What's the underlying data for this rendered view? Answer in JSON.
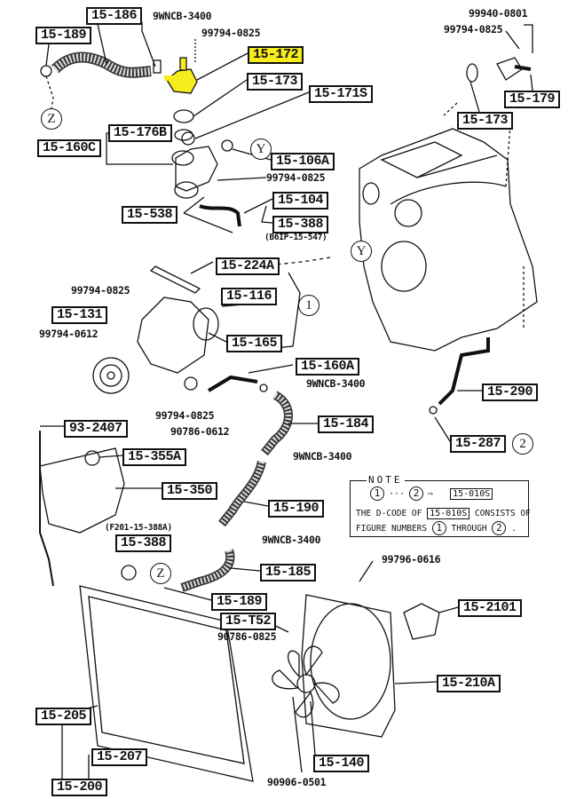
{
  "highlight_color": "#f7ec1e",
  "boxed_labels": [
    "15-186",
    "15-189",
    "15-172",
    "15-173",
    "15-171S",
    "15-179",
    "15-173",
    "15-176B",
    "15-160C",
    "15-106A",
    "15-104",
    "15-538",
    "15-388",
    "15-224A",
    "15-116",
    "15-131",
    "15-165",
    "15-160A",
    "15-184",
    "15-290",
    "15-287",
    "93-2407",
    "15-355A",
    "15-350",
    "15-190",
    "15-388",
    "15-185",
    "15-189",
    "15-T52",
    "15-2101",
    "15-210A",
    "15-205",
    "15-207",
    "15-200",
    "15-140"
  ],
  "highlighted_label": "15-172",
  "part_numbers": [
    "9WNCB-3400",
    "99794-0825",
    "99940-0801",
    "99794-0825",
    "99794-0825",
    "(B6IP-15-547)",
    "99794-0825",
    "99794-0612",
    "9WNCB-3400",
    "99794-0825",
    "90786-0612",
    "9WNCB-3400",
    "(F201-15-388A)",
    "9WNCB-3400",
    "99796-0616",
    "90786-0825",
    "90906-0501"
  ],
  "callouts": [
    "Z",
    "Z",
    "Y",
    "Y",
    "1",
    "1",
    "2",
    "2"
  ],
  "note": {
    "title": "NOTE",
    "from": "1",
    "ellipsis": "···",
    "to": "2",
    "arrow": "⇨",
    "code": "15-010S",
    "line1_a": "THE D-CODE OF",
    "line1_code": "15-010S",
    "line1_b": "CONSISTS OF",
    "line2_a": "FIGURE NUMBERS",
    "line2_from": "1",
    "line2_mid": "THROUGH",
    "line2_to": "2",
    "line2_end": "."
  }
}
